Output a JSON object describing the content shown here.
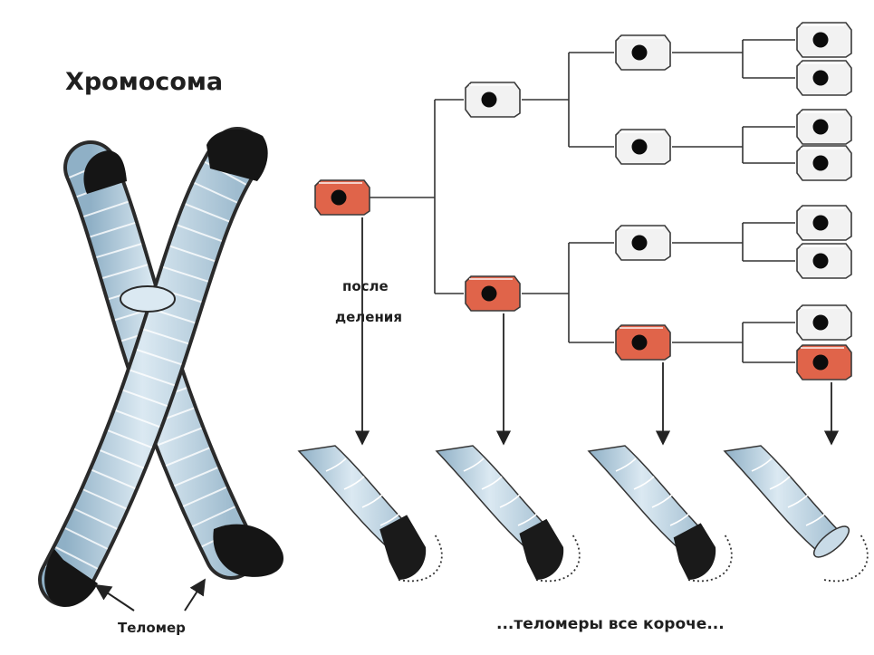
{
  "title": "Хромосома",
  "telomere_label": "Теломер",
  "division_label": [
    "после",
    "деления"
  ],
  "caption": "...теломеры все короче...",
  "colors": {
    "telomere": "#1a1a1a",
    "chromatid": "#b8d0e0",
    "dividing_cell": "#e0644a",
    "cell": "#f2f2f2",
    "nucleus": "#0c0c0c"
  },
  "icons": [
    "chromosome",
    "cell",
    "arrow",
    "chromosome-end"
  ],
  "cells": [
    {
      "generation": 0,
      "dividing": true
    },
    {
      "generation": 1,
      "dividing": false
    },
    {
      "generation": 1,
      "dividing": true
    },
    {
      "generation": 2,
      "dividing": false
    },
    {
      "generation": 2,
      "dividing": false
    },
    {
      "generation": 2,
      "dividing": false
    },
    {
      "generation": 2,
      "dividing": true
    },
    {
      "generation": 3,
      "dividing": false
    },
    {
      "generation": 3,
      "dividing": false
    },
    {
      "generation": 3,
      "dividing": false
    },
    {
      "generation": 3,
      "dividing": false
    },
    {
      "generation": 3,
      "dividing": false
    },
    {
      "generation": 3,
      "dividing": false
    },
    {
      "generation": 3,
      "dividing": false
    },
    {
      "generation": 3,
      "dividing": true
    }
  ],
  "chromosome_ends": [
    {
      "stage": 1,
      "telomere_remaining": 0.8
    },
    {
      "stage": 2,
      "telomere_remaining": 0.55
    },
    {
      "stage": 3,
      "telomere_remaining": 0.3
    },
    {
      "stage": 4,
      "telomere_remaining": 0
    }
  ]
}
